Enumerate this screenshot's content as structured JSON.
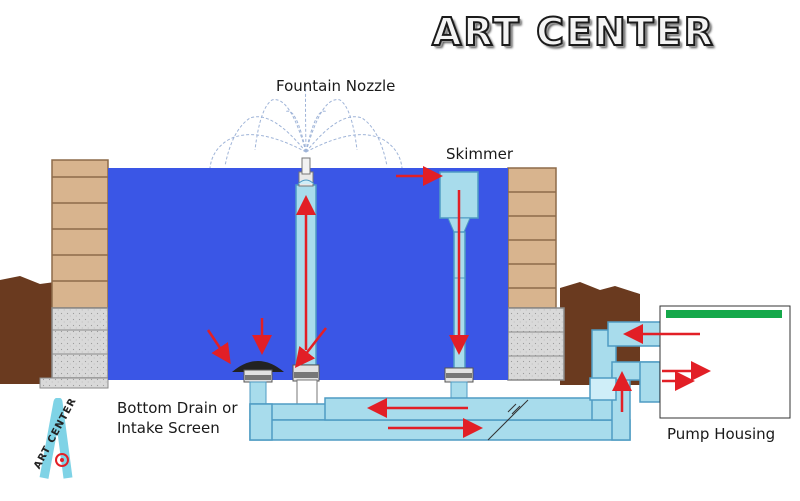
{
  "brand": {
    "title": "ART CENTER"
  },
  "labels": {
    "fountain_nozzle": "Fountain Nozzle",
    "skimmer": "Skimmer",
    "bottom_drain_line1": "Bottom Drain or",
    "bottom_drain_line2": "Intake Screen",
    "pump_housing": "Pump Housing"
  },
  "logo": {
    "text": "ART CENTER"
  },
  "colors": {
    "water": "#3a56e6",
    "pipe": "#a8dcec",
    "pipe_stroke": "#4f9bc3",
    "flow_arrow": "#e21f26",
    "soil": "#6a3a1f",
    "block_tan": "#d8b48e",
    "block_gray": "#d9d9d9",
    "pump_lid": "#15a84a"
  }
}
